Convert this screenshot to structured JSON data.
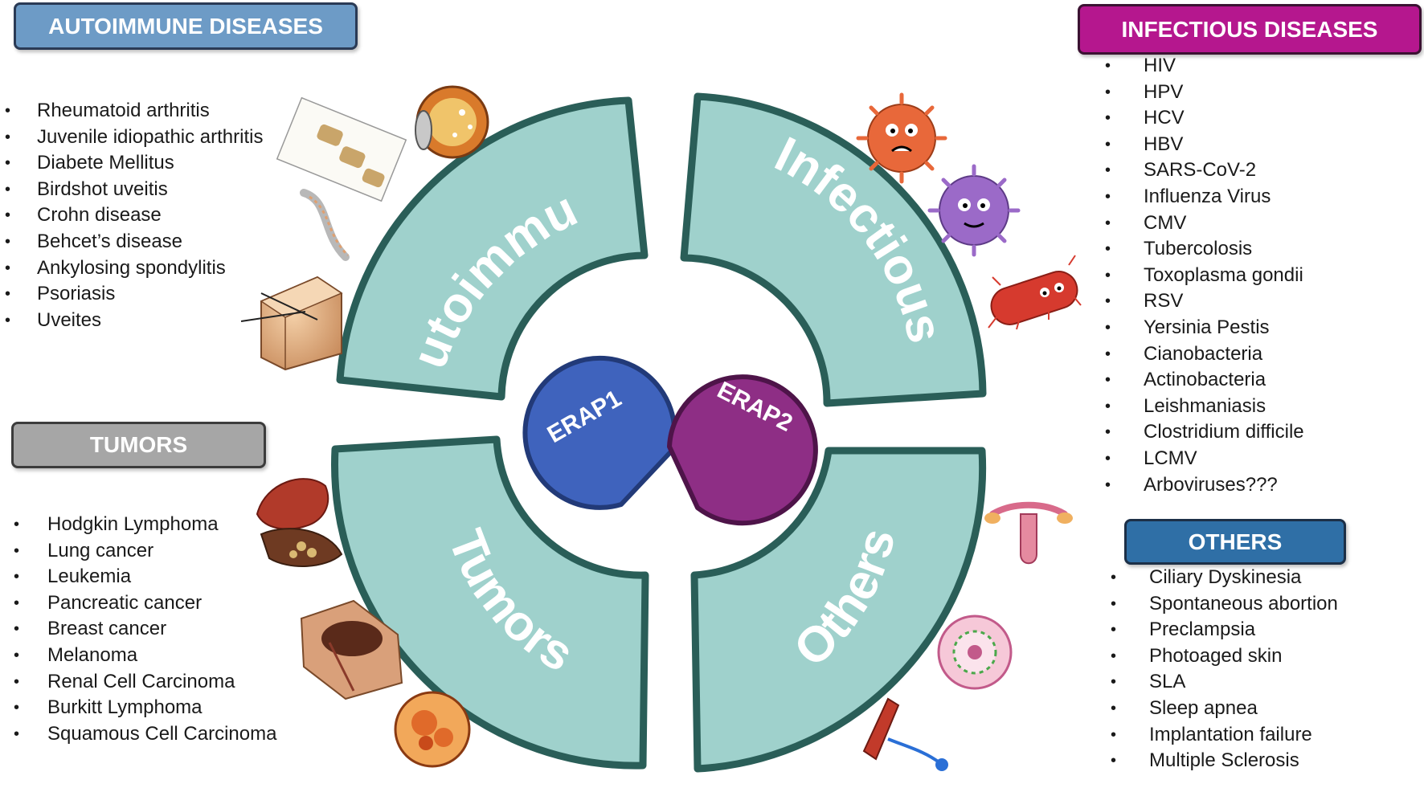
{
  "headers": {
    "autoimmune": "AUTOIMMUNE DISEASES",
    "infectious": "INFECTIOUS DISEASES",
    "tumors": "TUMORS",
    "others": "OTHERS"
  },
  "segments": {
    "autoimmune": "Autoimmune",
    "infectious": "Infectious",
    "tumors": "Tumors",
    "others": "Others"
  },
  "center": {
    "erap1": "ERAP1",
    "erap2": "ERAP2"
  },
  "lists": {
    "autoimmune": [
      "Rheumatoid arthritis",
      "Juvenile idiopathic arthritis",
      "Diabete Mellitus",
      "Birdshot uveitis",
      "Crohn disease",
      "Behcet’s disease",
      "Ankylosing spondylitis",
      "Psoriasis",
      "Uveites"
    ],
    "infectious": [
      "HIV",
      "HPV",
      "HCV",
      "HBV",
      "SARS-CoV-2",
      "Influenza Virus",
      "CMV",
      "Tubercolosis",
      "Toxoplasma gondii",
      "RSV",
      "Yersinia Pestis",
      "Cianobacteria",
      "Actinobacteria",
      "Leishmaniasis",
      "Clostridium difficile",
      "LCMV",
      "Arboviruses???"
    ],
    "tumors": [
      "Hodgkin Lymphoma",
      "Lung cancer",
      "Leukemia",
      "Pancreatic cancer",
      "Breast cancer",
      "Melanoma",
      "Renal Cell Carcinoma",
      "Burkitt Lymphoma",
      "Squamous Cell Carcinoma"
    ],
    "others": [
      "Ciliary Dyskinesia",
      "Spontaneous abortion",
      "Preclampsia",
      "Photoaged skin",
      "SLA",
      "Sleep apnea",
      "Implantation failure",
      "Multiple Sclerosis"
    ]
  },
  "colors": {
    "segment_fill": "#9fd1cc",
    "segment_border": "#2a5e58",
    "erap1": "#3f63bd",
    "erap2": "#8e2e85",
    "header_autoimmune": "#6d9bc6",
    "header_infectious": "#b5178e",
    "header_tumors": "#a6a6a6",
    "header_others": "#2f6fa6"
  },
  "illustrations": [
    "eye-illustration",
    "spine-illustration",
    "skin-illustration",
    "virus-illustration",
    "bacterium-illustration",
    "lung-illustration",
    "melanoma-illustration",
    "tumor-cell-illustration",
    "uterus-illustration",
    "cilia-illustration",
    "neuron-illustration"
  ]
}
